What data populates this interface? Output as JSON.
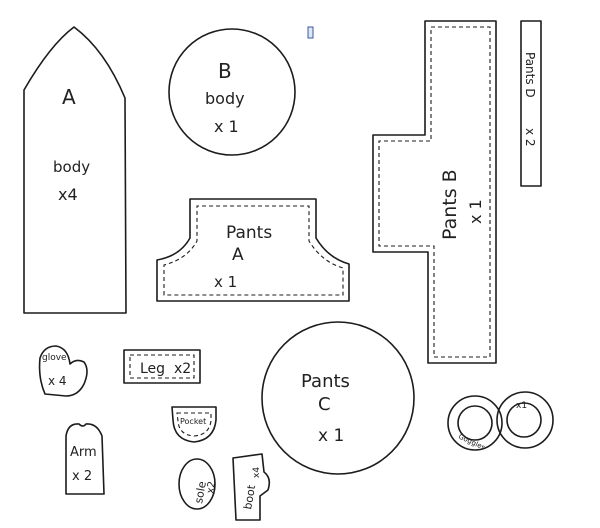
{
  "pieces": {
    "body_a": {
      "letter": "A",
      "name": "body",
      "qty": "x4"
    },
    "body_b": {
      "letter": "B",
      "name": "body",
      "qty": "x 1"
    },
    "pants_a": {
      "name": "Pants",
      "letter": "A",
      "qty": "x 1"
    },
    "pants_b": {
      "name": "Pants B",
      "qty": "x 1"
    },
    "pants_c": {
      "name": "Pants",
      "letter": "C",
      "qty": "x 1"
    },
    "pants_d": {
      "name": "Pants D",
      "qty": "x 2"
    },
    "glove": {
      "name": "glove",
      "qty": "x 4"
    },
    "leg": {
      "name": "Leg",
      "qty": "x2"
    },
    "arm": {
      "name": "Arm",
      "qty": "x 2"
    },
    "pocket": {
      "name": "Pocket"
    },
    "sole": {
      "name": "sole",
      "qty": "x2"
    },
    "boot": {
      "name": "boot",
      "qty": "x4"
    },
    "goggles": {
      "name": "Goggles",
      "qty": "x1"
    }
  }
}
